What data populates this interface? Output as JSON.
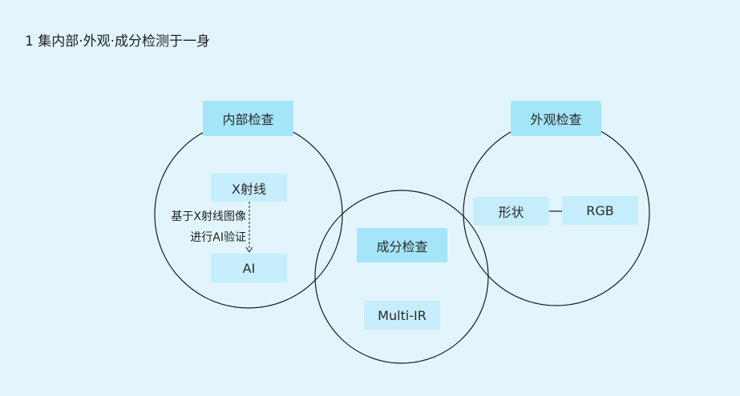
{
  "title": "1 集内部·外观·成分检测于一身",
  "internal": {
    "header": "内部检查",
    "xray": "X射线",
    "annotation_line1": "基于X射线图像",
    "annotation_line2": "进行AI验证",
    "ai": "AI"
  },
  "composition": {
    "header": "成分检查",
    "multi_ir": "Multi-IR"
  },
  "appearance": {
    "header": "外观检查",
    "shape": "形状",
    "rgb": "RGB"
  },
  "colors": {
    "background": "#e2f5fd",
    "header_box": "#a4e5f9",
    "item_box": "#c6edfb",
    "stroke": "#1a1a1a"
  }
}
